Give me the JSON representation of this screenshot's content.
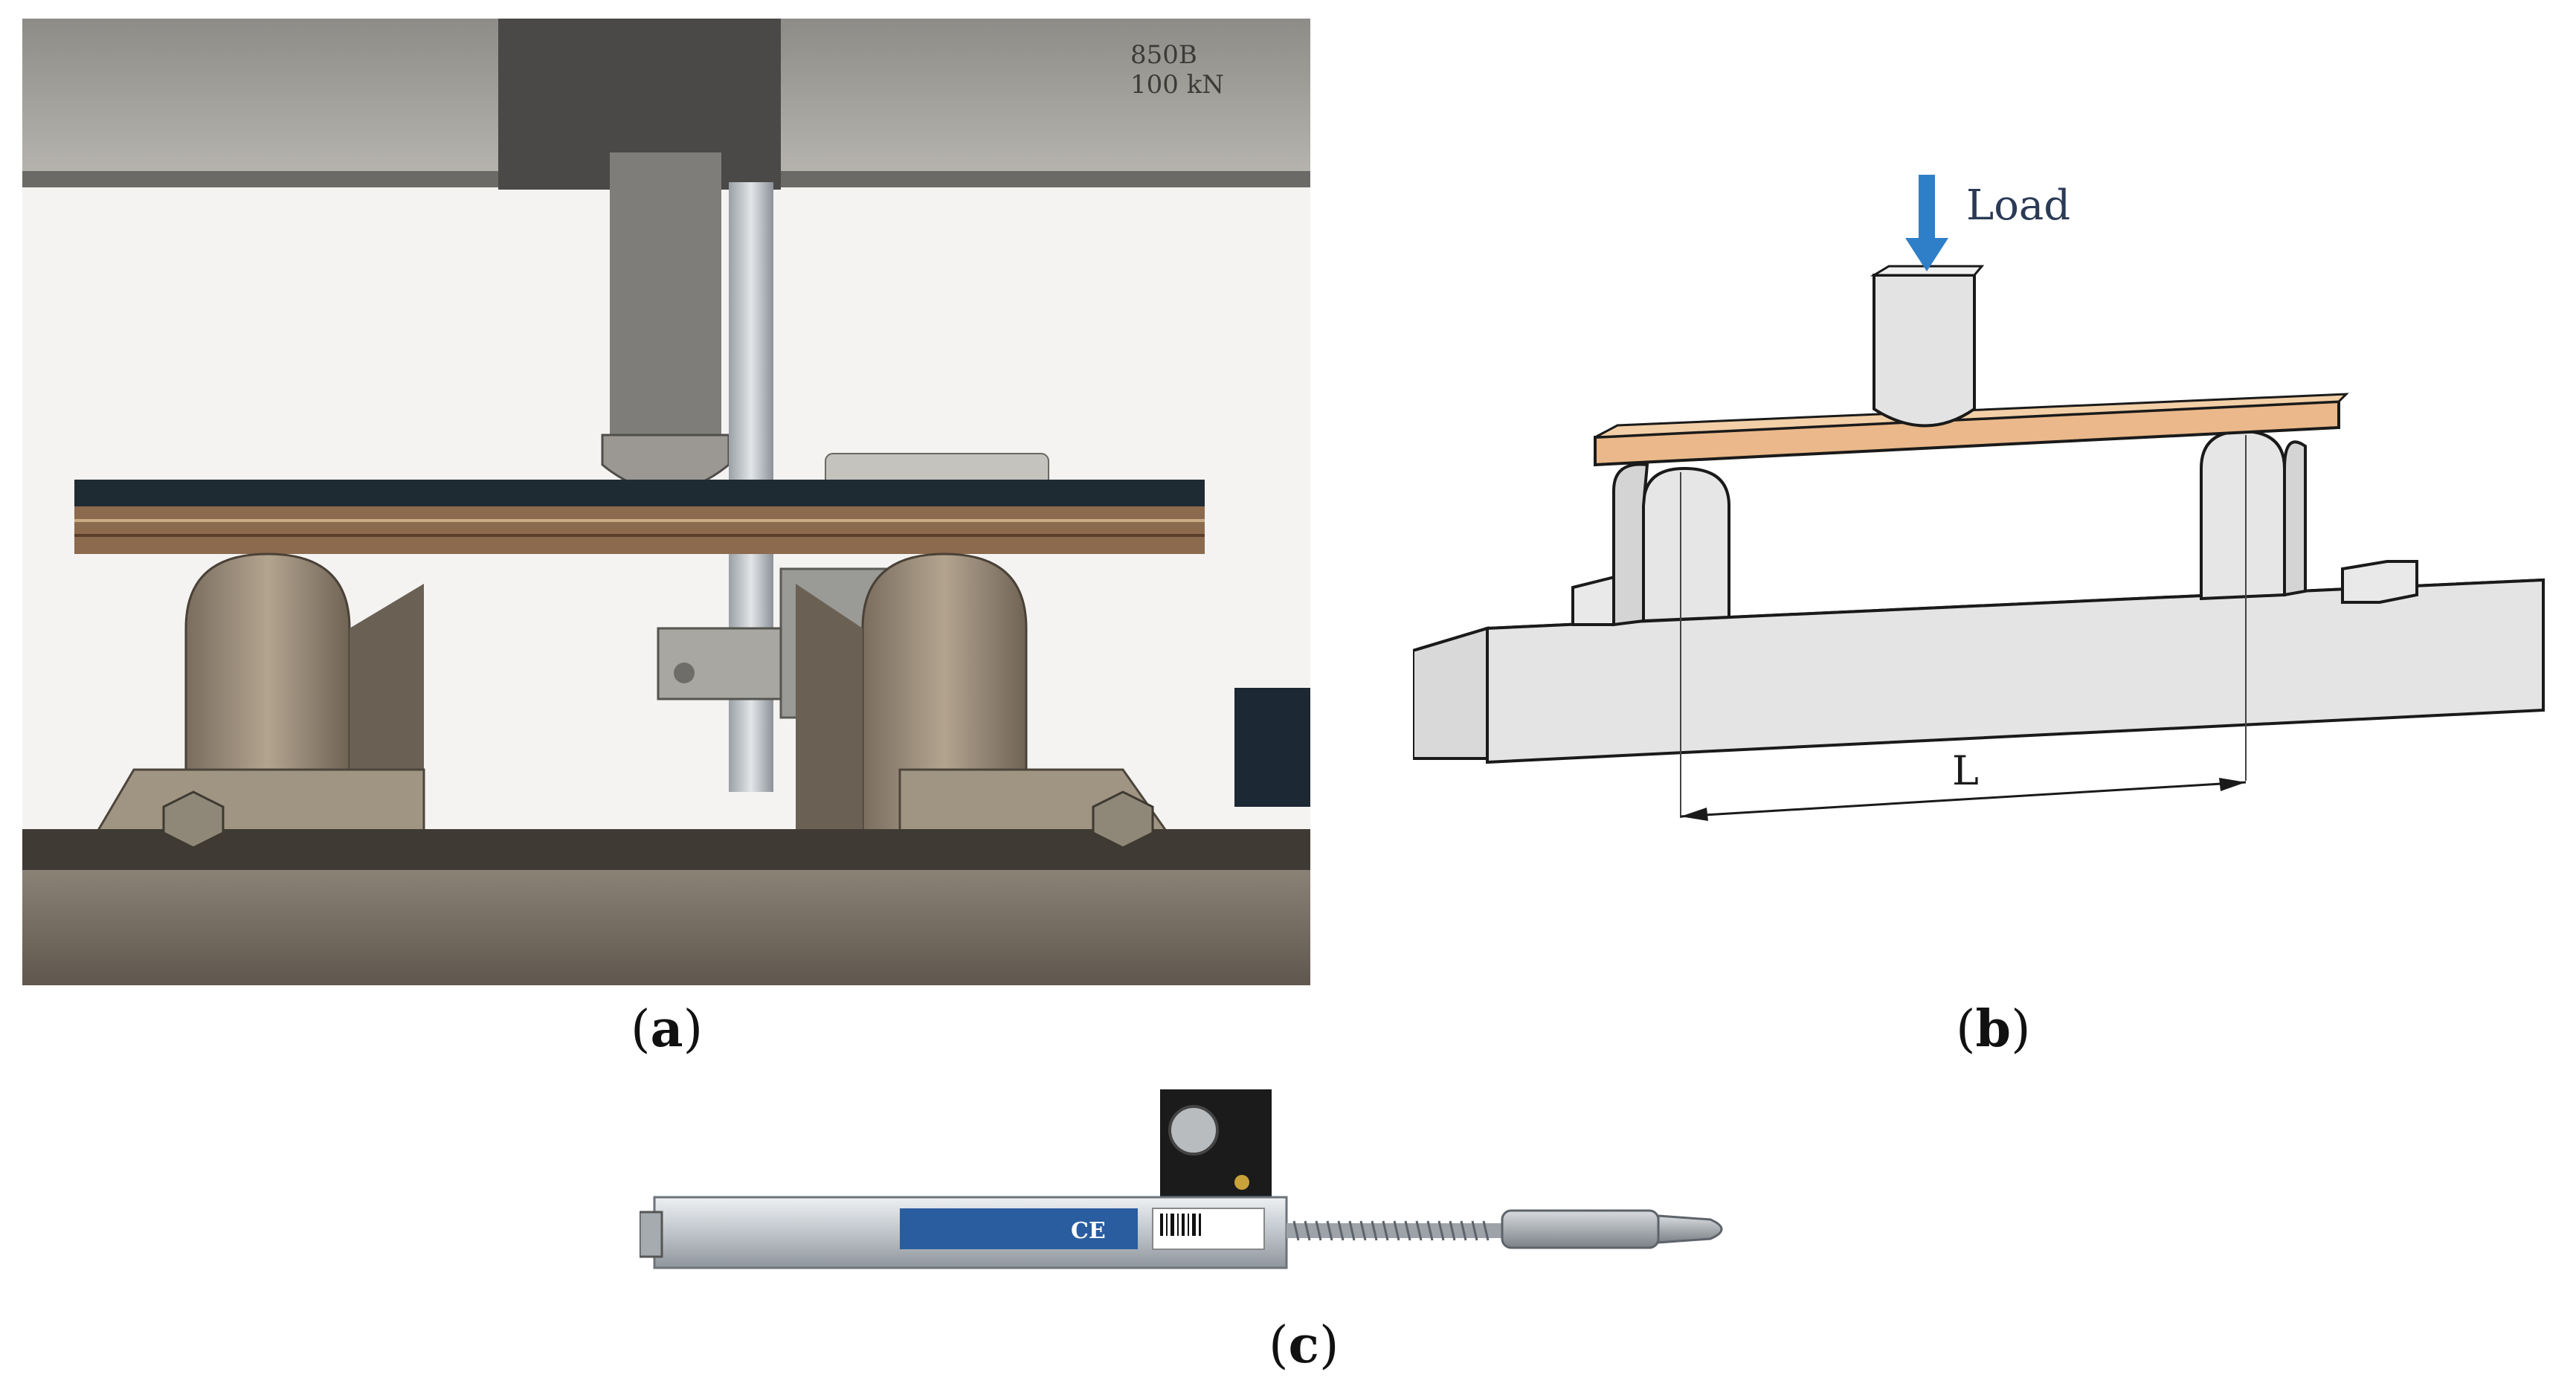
{
  "panel_b": {
    "load_label": "Load",
    "span_label": "L",
    "colors": {
      "load_arrow": "#2f7fc8",
      "specimen": "#eab88a",
      "support": "#dcdcdc",
      "outline": "#1a1a1a"
    }
  },
  "photo_a": {
    "machine_plate": [
      "850B",
      "100 kN"
    ]
  },
  "photo_c": {
    "label_mark": "CE"
  },
  "captions": {
    "a": {
      "open": "(",
      "letter": "a",
      "close": ")"
    },
    "b": {
      "open": "(",
      "letter": "b",
      "close": ")"
    },
    "c": {
      "open": "(",
      "letter": "c",
      "close": ")"
    }
  }
}
